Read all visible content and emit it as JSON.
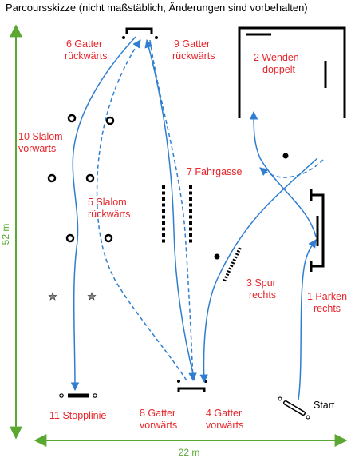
{
  "title": "Parcoursskizze (nicht maßstäblich, Änderungen sind vorbehalten)",
  "dimensions": {
    "height": "52 m",
    "width": "22 m"
  },
  "stations": [
    {
      "num": "1",
      "lines": [
        "1  Parken",
        "rechts"
      ]
    },
    {
      "num": "2",
      "lines": [
        "2  Wenden",
        "doppelt"
      ]
    },
    {
      "num": "3",
      "lines": [
        "3  Spur",
        "rechts"
      ]
    },
    {
      "num": "4",
      "lines": [
        "4  Gatter",
        "vorwärts"
      ]
    },
    {
      "num": "5",
      "lines": [
        "5  Slalom",
        "rückwärts"
      ]
    },
    {
      "num": "6",
      "lines": [
        "6  Gatter",
        "rückwärts"
      ]
    },
    {
      "num": "7",
      "lines": [
        "7  Fahrgasse"
      ]
    },
    {
      "num": "8",
      "lines": [
        "8  Gatter",
        "vorwärts"
      ]
    },
    {
      "num": "9",
      "lines": [
        "9  Gatter",
        "rückwärts"
      ]
    },
    {
      "num": "10",
      "lines": [
        "10  Slalom",
        "vorwärts"
      ]
    },
    {
      "num": "11",
      "lines": [
        "11  Stopplinie"
      ]
    }
  ],
  "start_label": "Start",
  "colors": {
    "label": "#e8262b",
    "route": "#2f7ed0",
    "dimension": "#5aa832",
    "obstacle": "#000000"
  }
}
